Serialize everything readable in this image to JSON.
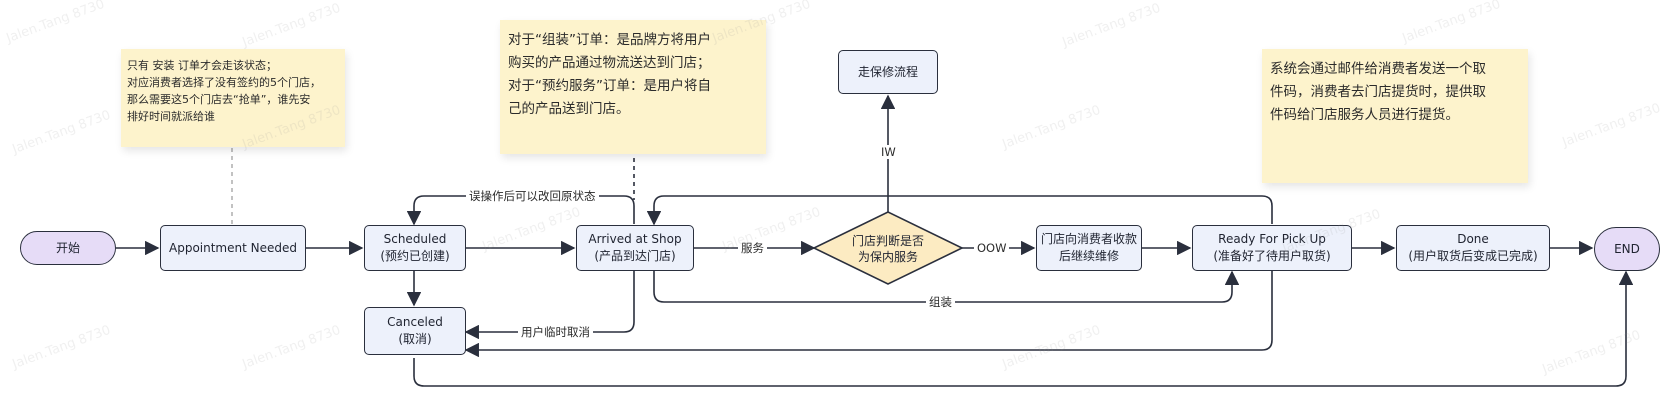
{
  "watermark": "Jalen.Tang 8730",
  "notes": {
    "install_note": {
      "lines": [
        "只有 安装 订单才会走该状态；",
        "对应消费者选择了没有签约的5个门店，",
        "那么需要这5个门店去“抢单”，谁先安",
        "排好时间就派给谁"
      ]
    },
    "assembly_note": {
      "lines": [
        "对于“组装”订单：是品牌方将用户",
        "购买的产品通过物流送达到门店；",
        "对于“预约服务”订单：是用户将自",
        "己的产品送到门店。"
      ]
    },
    "pickup_note": {
      "lines": [
        "系统会通过邮件给消费者发送一个取",
        "件码，消费者去门店提货时，提供取",
        "件码给门店服务人员进行提货。"
      ]
    }
  },
  "nodes": {
    "start": {
      "label": "开始"
    },
    "appointment": {
      "label": "Appointment Needed"
    },
    "scheduled": {
      "line1": "Scheduled",
      "line2": "(预约已创建)"
    },
    "canceled": {
      "line1": "Canceled",
      "line2": "(取消)"
    },
    "arrived": {
      "line1": "Arrived at Shop",
      "line2": "(产品到达门店)"
    },
    "decision": {
      "line1": "门店判断是否",
      "line2": "为保内服务"
    },
    "warranty": {
      "label": "走保修流程"
    },
    "charge": {
      "line1": "门店向消费者收款",
      "line2": "后继续维修"
    },
    "ready": {
      "line1": "Ready For Pick Up",
      "line2": "(准备好了待用户取货)"
    },
    "done": {
      "line1": "Done",
      "line2": "(用户取货后变成已完成)"
    },
    "end": {
      "label": "END"
    }
  },
  "edges": {
    "revert": "误操作后可以改回原状态",
    "service": "服务",
    "iw": "IW",
    "oow": "OOW",
    "assembly": "组装",
    "user_cancel": "用户临时取消"
  },
  "colors": {
    "node_fill": "#edf1fb",
    "terminal_fill": "#e6dcf7",
    "decision_fill": "#fcebc2",
    "note_fill": "#fdf3cc",
    "stroke": "#2a2f3d"
  }
}
